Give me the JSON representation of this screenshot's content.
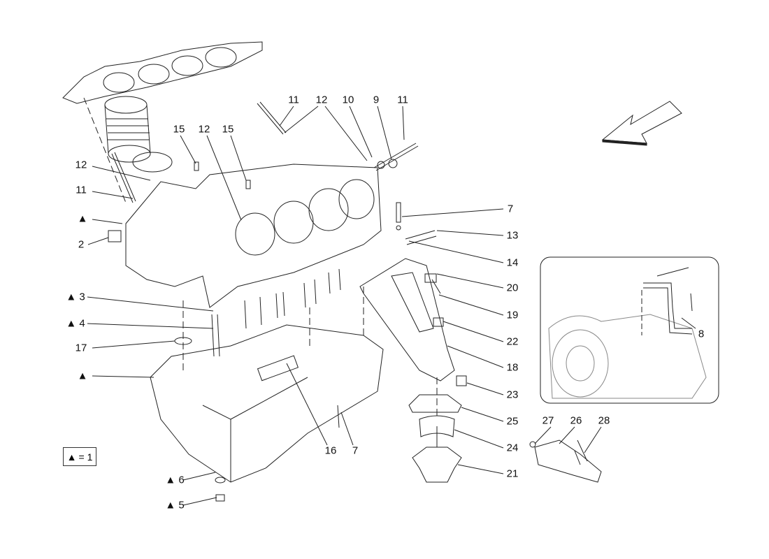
{
  "legend": {
    "symbol": "▲",
    "text": "= 1"
  },
  "labels": {
    "top_11a": "11",
    "top_12": "12",
    "top_10": "10",
    "top_9": "9",
    "top_11b": "11",
    "l_15a": "15",
    "l_12b": "12",
    "l_15b": "15",
    "l_12": "12",
    "l_11": "11",
    "l_tri1": "▲",
    "l_2": "2",
    "l_3": "▲ 3",
    "l_4": "▲ 4",
    "l_17": "17",
    "l_tri2": "▲",
    "b_16": "16",
    "b_7": "7",
    "b_6": "▲ 6",
    "b_5": "▲ 5",
    "r_7": "7",
    "r_13": "13",
    "r_14": "14",
    "r_20": "20",
    "r_19": "19",
    "r_22": "22",
    "r_18": "18",
    "r_23": "23",
    "r_25": "25",
    "r_24": "24",
    "r_21": "21",
    "inset_8": "8",
    "s_27": "27",
    "s_26": "26",
    "s_28": "28"
  }
}
